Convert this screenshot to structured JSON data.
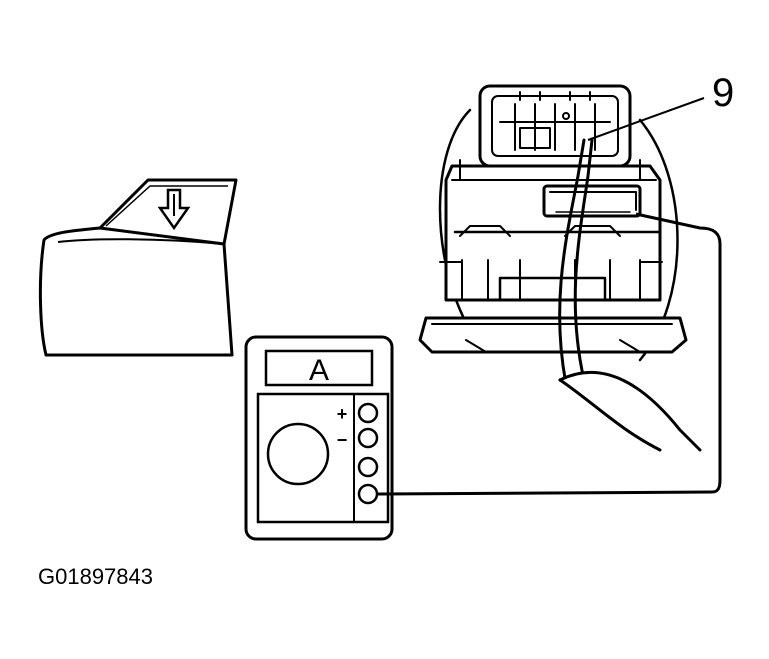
{
  "callout_number": "9",
  "meter": {
    "display_letter": "A",
    "plus_sign": "+",
    "minus_sign": "−"
  },
  "figure_id": "G01897843",
  "icons": [
    "door-panel-icon",
    "down-arrow-icon",
    "ammeter-icon",
    "switch-connector-icon",
    "test-probe-icon"
  ],
  "line_color": "#000000",
  "background": "#ffffff"
}
